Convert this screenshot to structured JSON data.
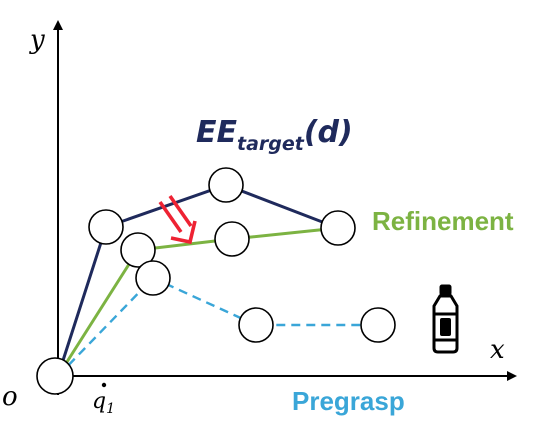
{
  "labels": {
    "y_axis": "y",
    "x_axis": "x",
    "origin": "o",
    "joint_rate_base": "q",
    "joint_rate_sub": "1",
    "ee_main": "EE",
    "ee_sub": "target",
    "ee_arg": "(d)",
    "refinement": "Refinement",
    "pregrasp": "Pregrasp"
  },
  "colors": {
    "target_path": "#1f2a5c",
    "refinement_path": "#7cb342",
    "pregrasp_path": "#3aa6d8",
    "arrow": "#ee2233",
    "axes": "#000000"
  },
  "icons": {
    "object": "bottle-icon"
  }
}
